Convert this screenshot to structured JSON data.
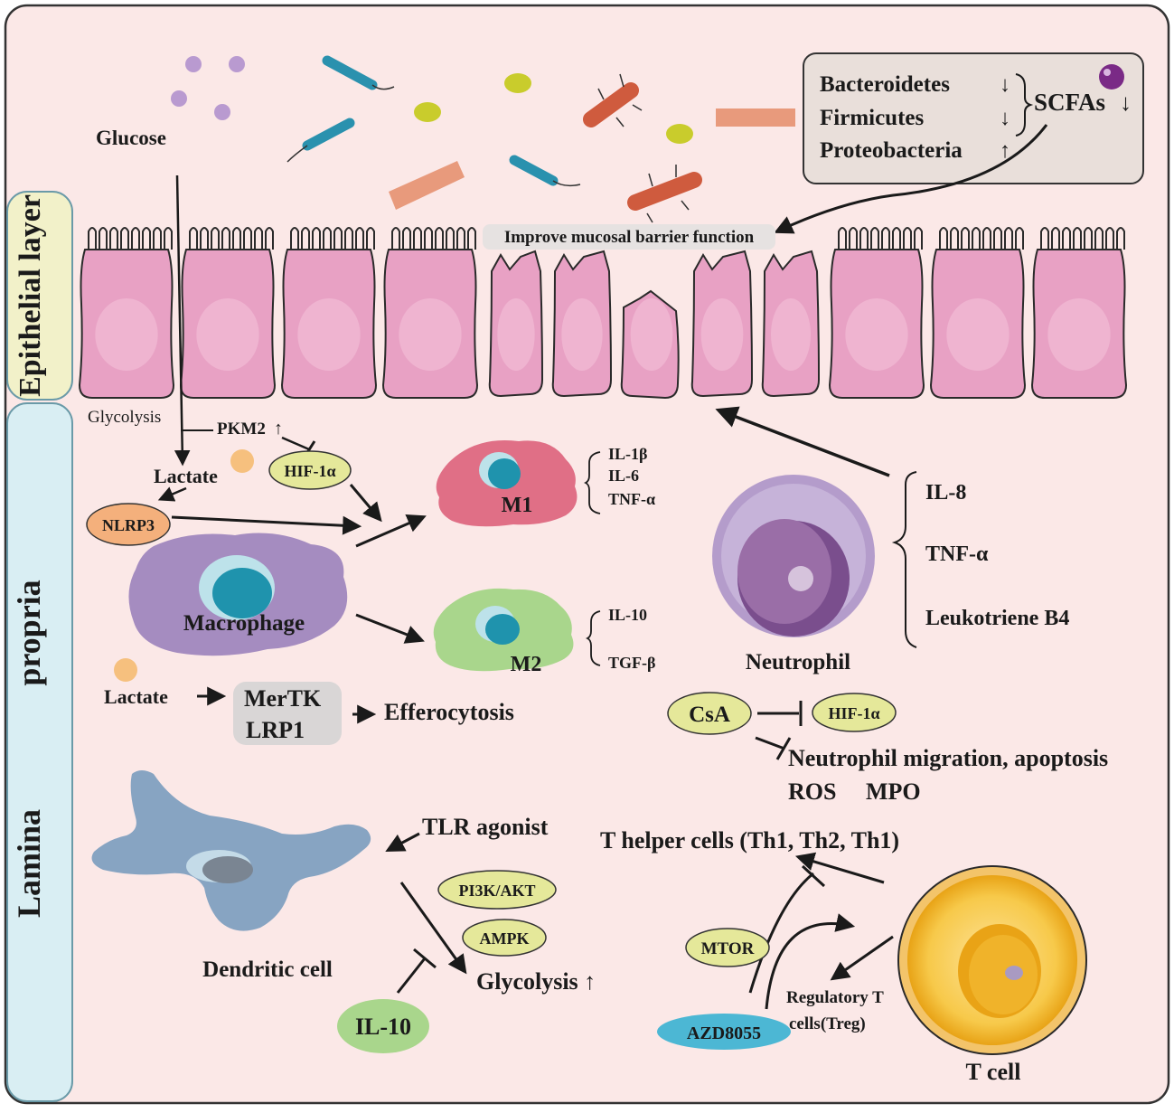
{
  "layers": {
    "epithelial": "Epithelial layer",
    "lamina": "Lamina",
    "propria": "propria"
  },
  "microbiota": {
    "glucose": "Glucose",
    "box_lines": [
      {
        "name": "Bacteroidetes",
        "arrow": "↓"
      },
      {
        "name": "Firmicutes",
        "arrow": "↓"
      },
      {
        "name": "Proteobacteria",
        "arrow": "↑"
      }
    ],
    "scfas": "SCFAs",
    "scfas_arrow": "↓",
    "barrier": "Improve mucosal barrier function"
  },
  "macrophage_panel": {
    "glycolysis": "Glycolysis",
    "pkm2": "PKM2",
    "pkm2_arrow": "↑",
    "lactate_top": "Lactate",
    "hif": "HIF-1α",
    "nlrp3": "NLRP3",
    "macrophage": "Macrophage",
    "m1": "M1",
    "m1_cytokines": [
      "IL-1β",
      "IL-6",
      "TNF-α"
    ],
    "m2": "M2",
    "m2_cytokines": [
      "IL-10",
      "TGF-β"
    ],
    "lactate_bottom": "Lactate",
    "mertk": "MerTK",
    "lrp1": "LRP1",
    "efferocytosis": "Efferocytosis"
  },
  "neutrophil_panel": {
    "cytokines": [
      "IL-8",
      "TNF-α",
      "Leukotriene B4"
    ],
    "neutrophil": "Neutrophil",
    "csa": "CsA",
    "hif": "HIF-1α",
    "migration": "Neutrophil migration, apoptosis",
    "ros": "ROS",
    "mpo": "MPO"
  },
  "dendritic_panel": {
    "tlr": "TLR agonist",
    "pi3k": "PI3K/AKT",
    "ampk": "AMPK",
    "dendritic": "Dendritic cell",
    "glycolysis": "Glycolysis ↑",
    "il10": "IL-10"
  },
  "tcell_panel": {
    "helper": "T helper cells (Th1, Th2, Th1)",
    "mtor": "MTOR",
    "azd": "AZD8055",
    "treg_line1": "Regulatory T",
    "treg_line2": "cells(Treg)",
    "tcell": "T cell"
  },
  "colors": {
    "background": "#fbe8e7",
    "epithelium": "#e8a1c4",
    "yellow_pill": "#e5e89a",
    "orange_pill": "#f4b07c",
    "green_pill": "#a9d68c",
    "cyan_pill": "#4cb7d4",
    "side_tab": "#d9eef3",
    "epi_tab": "#f2f1c9"
  }
}
